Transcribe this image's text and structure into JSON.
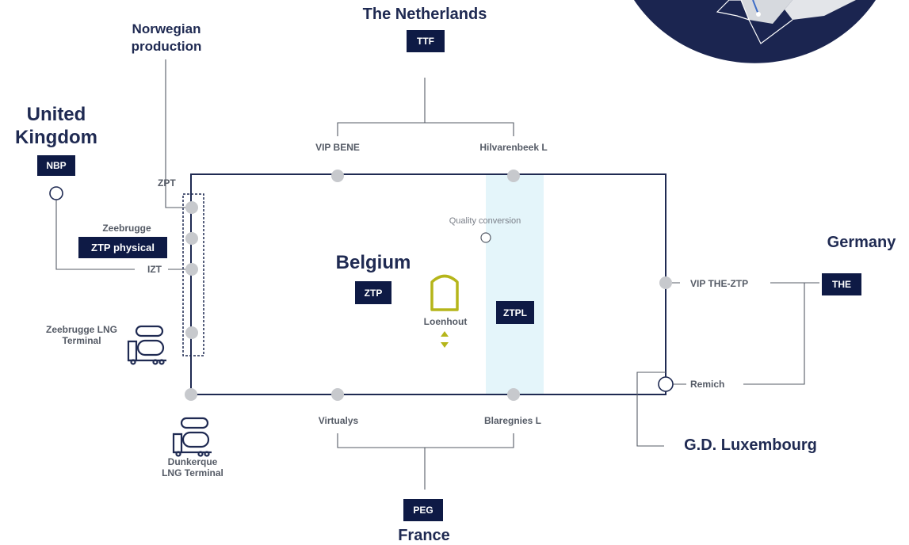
{
  "countries": {
    "netherlands": "The Netherlands",
    "norwegian": "Norwegian production",
    "uk": "United Kingdom",
    "belgium": "Belgium",
    "germany": "Germany",
    "luxembourg": "G.D. Luxembourg",
    "france": "France"
  },
  "hubs": {
    "ttf": "TTF",
    "nbp": "NBP",
    "ztp_physical": "ZTP physical",
    "ztp": "ZTP",
    "ztpl": "ZTPL",
    "the": "THE",
    "peg": "PEG"
  },
  "points": {
    "vip_bene": "VIP BENE",
    "hilvarenbeek": "Hilvarenbeek L",
    "zpt": "ZPT",
    "zeebrugge": "Zeebrugge",
    "izt": "IZT",
    "zeebrugge_lng": "Zeebrugge LNG Terminal",
    "quality_conversion": "Quality conversion",
    "loenhout": "Loenhout",
    "vip_the_ztp": "VIP THE-ZTP",
    "remich": "Remich",
    "virtualys": "Virtualys",
    "blaregnies": "Blaregnies L",
    "dunkerque_lng": "Dunkerque LNG Terminal"
  },
  "colors": {
    "navy": "#0e1a45",
    "country_text": "#1f2a52",
    "point_grey": "#c7c9cd",
    "l_zone": "#e4f5fa",
    "storage": "#b5b51a"
  }
}
